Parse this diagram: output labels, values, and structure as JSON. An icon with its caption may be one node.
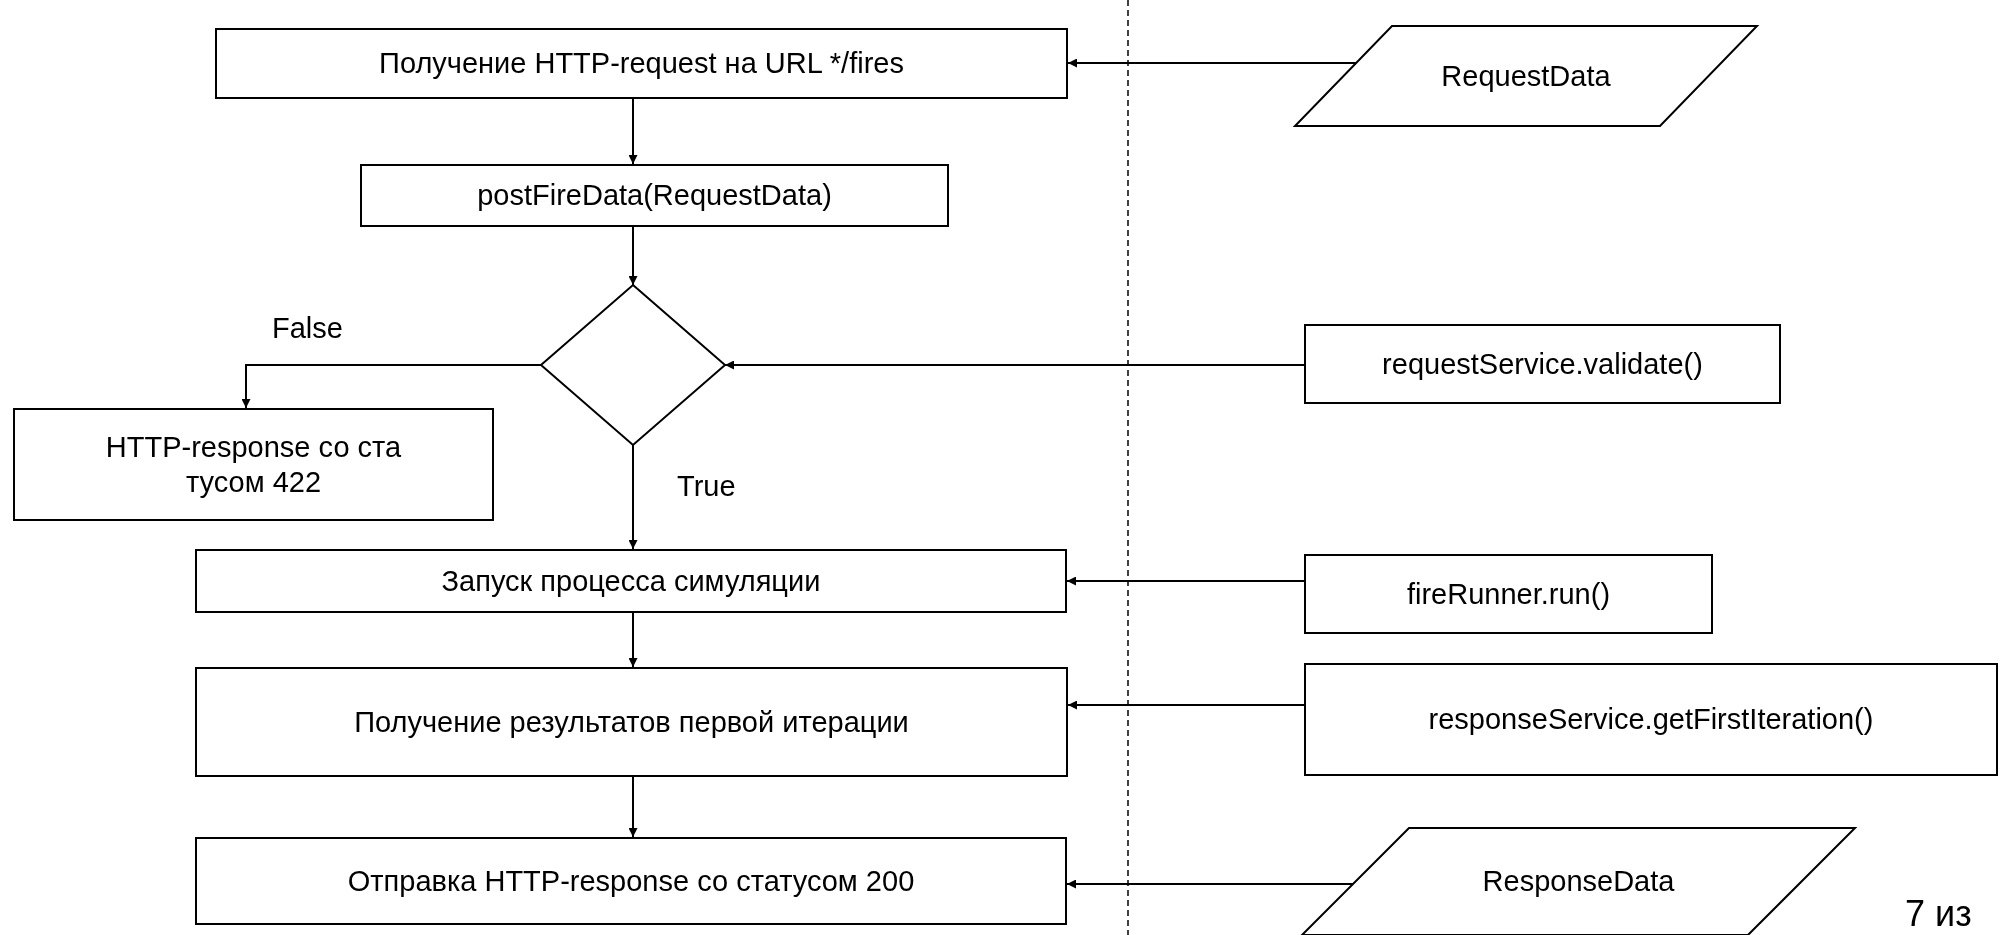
{
  "diagram": {
    "nodes": [
      {
        "text": [
          "Получение HTTP-request на URL */fires"
        ]
      },
      {
        "text": [
          "RequestData"
        ]
      },
      {
        "text": [
          "postFireData(RequestData)"
        ]
      },
      {
        "text": [],
        "shape": "diamond"
      },
      {
        "text": [
          "requestService.validate()"
        ]
      },
      {
        "text": [
          "HTTP-response со ста тусом 422"
        ]
      },
      {
        "text": [
          "Запуск процесса симуляции"
        ]
      },
      {
        "text": [
          "fireRunner.run()"
        ]
      },
      {
        "text": [
          "Получение результатов первой итерации"
        ]
      },
      {
        "text": [
          "responseService.getFirstIteration()"
        ]
      },
      {
        "text": [
          "Отправка HTTP-response со статусом 200"
        ]
      },
      {
        "text": [
          "ResponseData"
        ]
      }
    ],
    "edges": [
      {
        "from": 1,
        "to": 0,
        "arrow": "to"
      },
      {
        "from": 0,
        "to": 2,
        "arrow": "to"
      },
      {
        "from": 2,
        "to": 3,
        "arrow": "to"
      },
      {
        "from": 4,
        "to": 3,
        "arrow": "to"
      },
      {
        "from": 3,
        "to": 5,
        "arrow": "to",
        "label": "False"
      },
      {
        "from": 3,
        "to": 6,
        "arrow": "to",
        "label": "True"
      },
      {
        "from": 7,
        "to": 6,
        "arrow": "to"
      },
      {
        "from": 6,
        "to": 8,
        "arrow": "to"
      },
      {
        "from": 9,
        "to": 8,
        "arrow": "to"
      },
      {
        "from": 8,
        "to": 10,
        "arrow": "to"
      },
      {
        "from": 11,
        "to": 10,
        "arrow": "to"
      }
    ],
    "labels": [
      "7 из"
    ]
  }
}
